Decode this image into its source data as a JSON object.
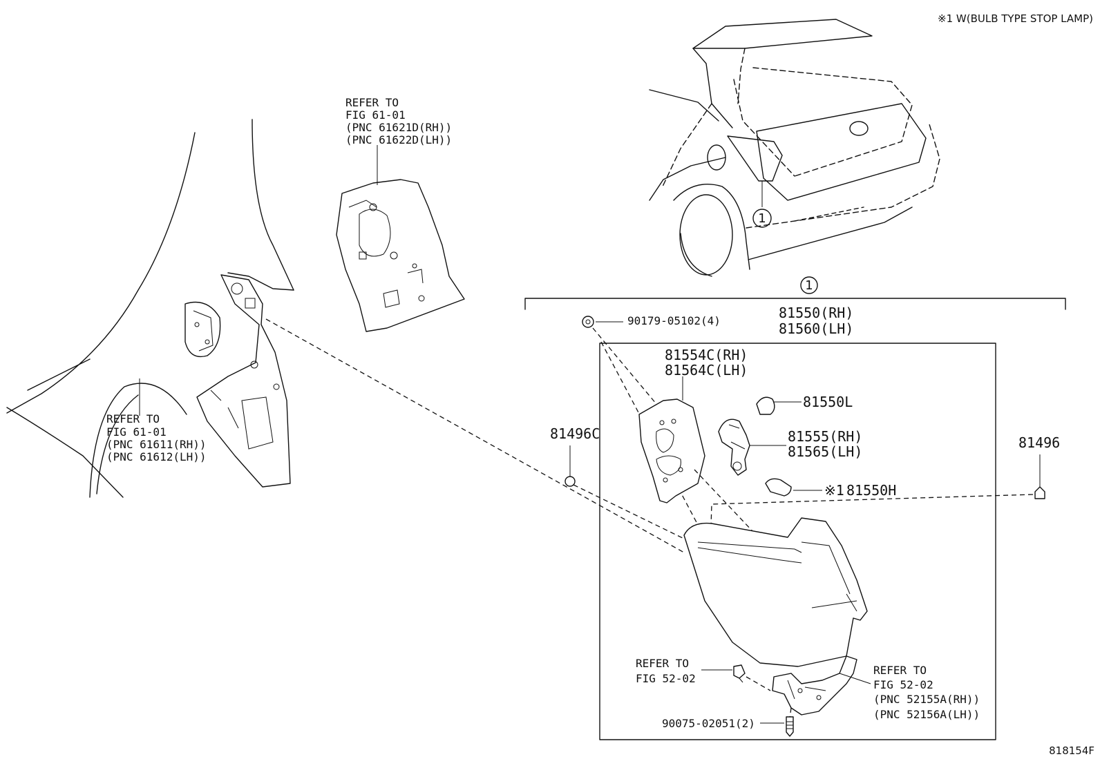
{
  "note_top_right": "※1 W(BULB TYPE STOP LAMP)",
  "diagram_id": "818154F",
  "callout_marker": "1",
  "refer_panel_upper": {
    "line1": "REFER TO",
    "line2": "FIG 61-01",
    "line3": "(PNC 61621D(RH))",
    "line4": "(PNC 61622D(LH))"
  },
  "refer_quarter": {
    "line1": "REFER TO",
    "line2": "FIG 61-01",
    "line3": "(PNC 61611(RH))",
    "line4": "(PNC 61612(LH))"
  },
  "assembly": {
    "rh": "81550(RH)",
    "lh": "81560(LH)"
  },
  "screw_top": "90179-05102(4)",
  "housing": {
    "rh": "81554C(RH)",
    "lh": "81564C(LH)"
  },
  "bulb_upper": "81550L",
  "socket": {
    "rh": "81555(RH)",
    "lh": "81565(LH)"
  },
  "bulb_lower_mark": "※1",
  "bulb_lower": "81550H",
  "clip_left": "81496C",
  "clip_right": "81496",
  "refer_bolt": {
    "line1": "REFER TO",
    "line2": "FIG 52-02"
  },
  "refer_bracket": {
    "line1": "REFER TO",
    "line2": "FIG 52-02",
    "line3": "(PNC 52155A(RH))",
    "line4": "(PNC 52156A(LH))"
  },
  "screw_bottom": "90075-02051(2)"
}
